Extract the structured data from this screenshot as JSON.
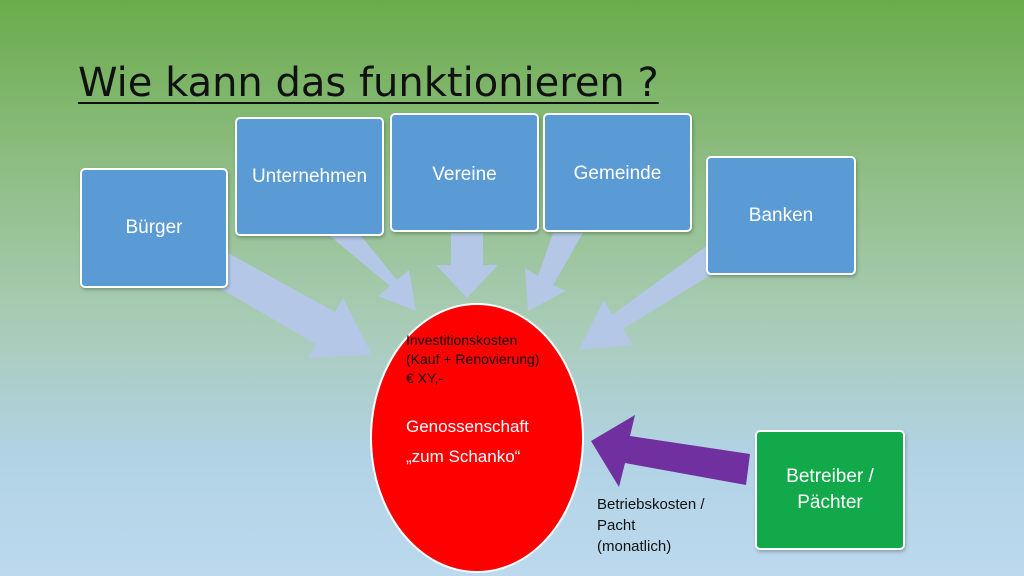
{
  "title": "Wie kann das funktionieren ?",
  "sources": {
    "buerger": "Bürger",
    "unternehmen": "Unternehmen",
    "vereine": "Vereine",
    "gemeinde": "Gemeinde",
    "banken": "Banken"
  },
  "center": {
    "cost_lines": [
      "Investitionskosten",
      "(Kauf + Renovierung)",
      "€ XY,-"
    ],
    "name": "Genossenschaft",
    "subname": "„zum Schanko“"
  },
  "operator": {
    "lines": [
      "Betreiber /",
      "Pächter"
    ]
  },
  "operator_note": [
    "Betriebskosten /",
    "Pacht",
    "(monatlich)"
  ],
  "colors": {
    "source_box": "#5b9bd5",
    "operator_box": "#11a94a",
    "center_circle": "#ff0000",
    "input_arrows": "#b4c7e7",
    "operator_arrow": "#7030a0"
  }
}
